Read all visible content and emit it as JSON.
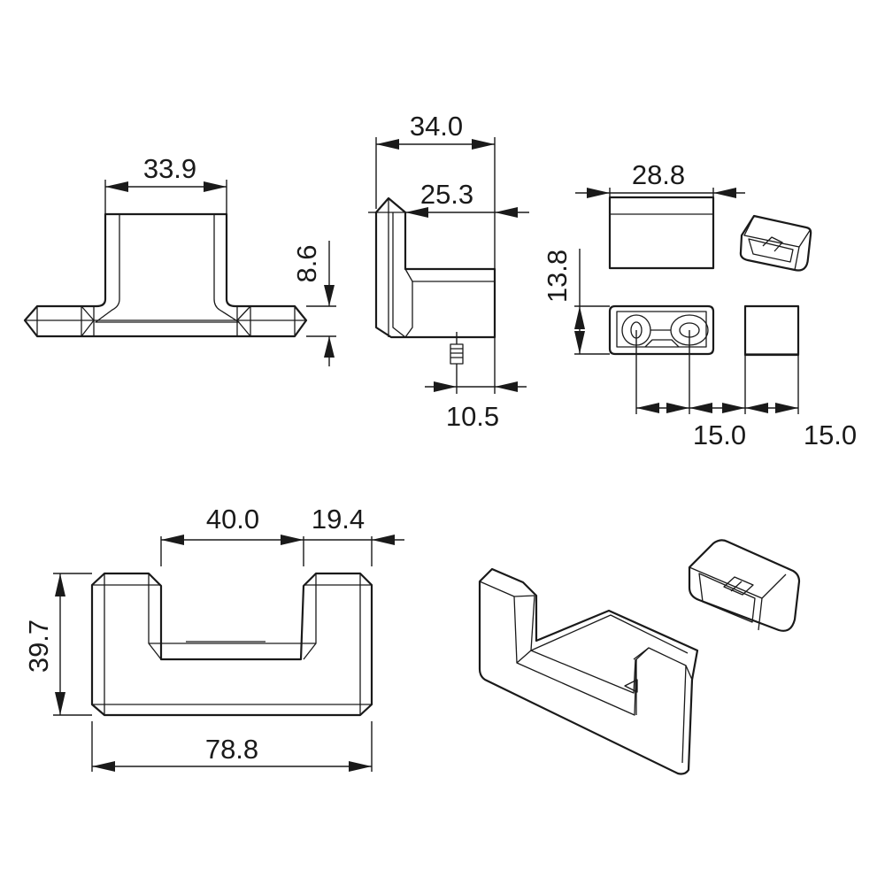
{
  "figure": {
    "views": {
      "front": {
        "width_top": "33.9",
        "height": "8.6"
      },
      "side": {
        "overall": "34.0",
        "inner": "25.3",
        "offset": "10.5"
      },
      "cover": {
        "width": "28.8",
        "height": "13.8",
        "pitch_1": "15.0",
        "pitch_2": "15.0"
      },
      "top": {
        "gap": "40.0",
        "arm": "19.4",
        "depth": "39.7",
        "overall": "78.8"
      }
    }
  }
}
